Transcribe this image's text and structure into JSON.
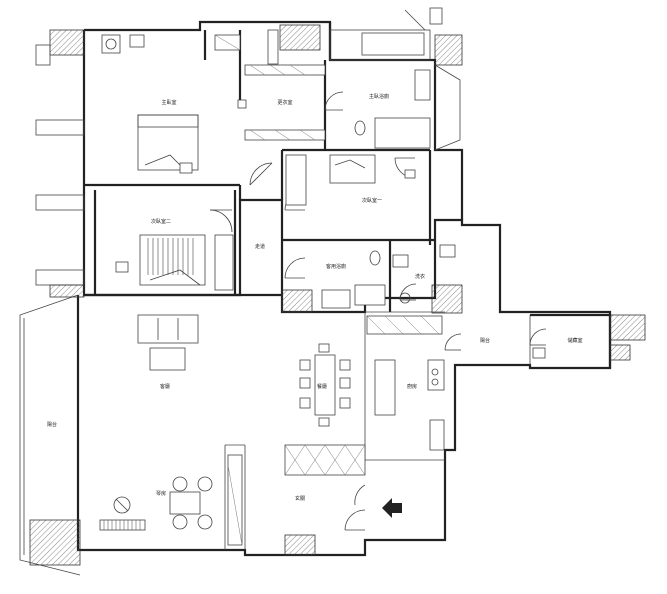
{
  "rooms": {
    "master_bedroom": "主臥室",
    "walk_in_closet": "更衣室",
    "master_bathroom": "主臥浴廁",
    "second_bedroom_1": "次臥室一",
    "second_bedroom_2": "次臥室二",
    "corridor": "走道",
    "guest_bathroom": "客用浴廁",
    "laundry": "洗衣",
    "utility_balcony": "陽台",
    "storage": "儲藏室",
    "living_room": "客廳",
    "dining_room": "餐廳",
    "kitchen": "廚房",
    "piano_area": "琴房",
    "entrance": "玄關",
    "balcony": "陽台"
  }
}
